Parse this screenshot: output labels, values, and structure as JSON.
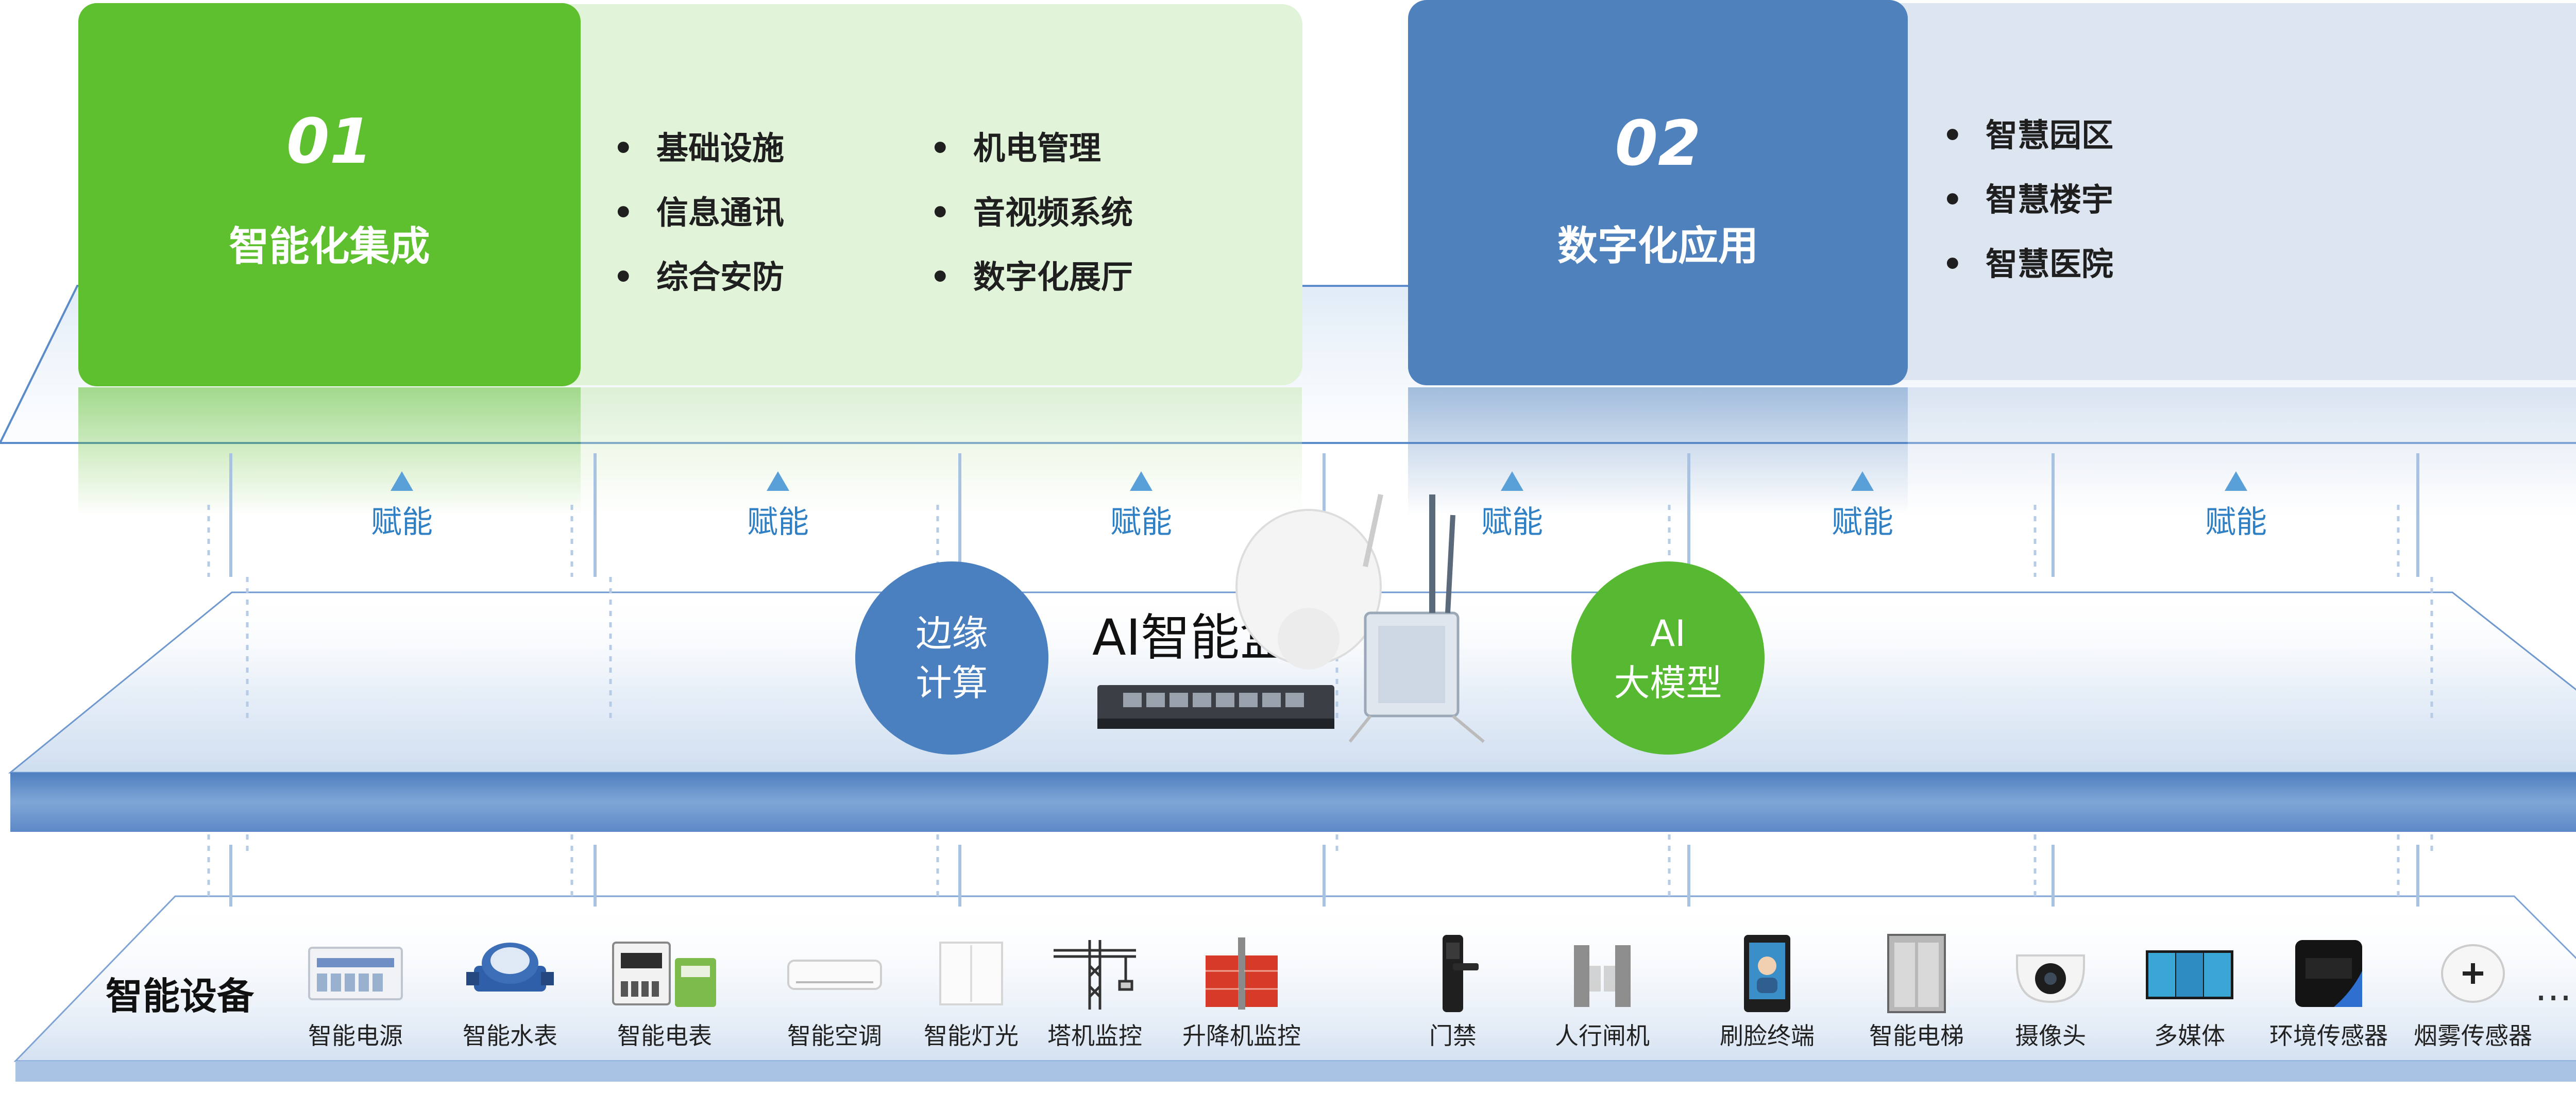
{
  "cards": [
    {
      "num": "01",
      "title": "智能化集成",
      "left_col": [
        "基础设施",
        "信息通讯",
        "综合安防"
      ],
      "right_col": [
        "机电管理",
        "音视频系统",
        "数字化展厅"
      ],
      "accent": "#5ebf2f",
      "panel": "#e1f3d9"
    },
    {
      "num": "02",
      "title": "数字化应用",
      "left_col": [
        "智慧园区",
        "智慧楼宇",
        "智慧医院"
      ],
      "right_col": [],
      "accent": "#4f81bd",
      "panel": "#dce5f0"
    }
  ],
  "enable_label": "赋能",
  "center": {
    "edge_circle": [
      "边缘",
      "计算"
    ],
    "ai_box": "AI智能盒",
    "ai_circle": [
      "AI",
      "大模型"
    ],
    "edge_color": "#4a7fc0",
    "ai_color": "#57b832"
  },
  "devices": {
    "title": "智能设备",
    "more": "…",
    "items": [
      {
        "label": "智能电源",
        "icon": "power-cabinet-icon"
      },
      {
        "label": "智能水表",
        "icon": "water-meter-icon"
      },
      {
        "label": "智能电表",
        "icon": "electric-meter-icon"
      },
      {
        "label": "智能空调",
        "icon": "air-conditioner-icon"
      },
      {
        "label": "智能灯光",
        "icon": "light-switch-icon"
      },
      {
        "label": "塔机监控",
        "icon": "tower-crane-icon"
      },
      {
        "label": "升降机监控",
        "icon": "elevator-hoist-icon"
      },
      {
        "label": "门禁",
        "icon": "door-lock-icon"
      },
      {
        "label": "人行闸机",
        "icon": "turnstile-icon"
      },
      {
        "label": "刷脸终端",
        "icon": "face-terminal-icon"
      },
      {
        "label": "智能电梯",
        "icon": "elevator-icon"
      },
      {
        "label": "摄像头",
        "icon": "camera-icon"
      },
      {
        "label": "多媒体",
        "icon": "display-screen-icon"
      },
      {
        "label": "环境传感器",
        "icon": "env-sensor-icon"
      },
      {
        "label": "烟雾传感器",
        "icon": "smoke-sensor-icon"
      }
    ]
  }
}
